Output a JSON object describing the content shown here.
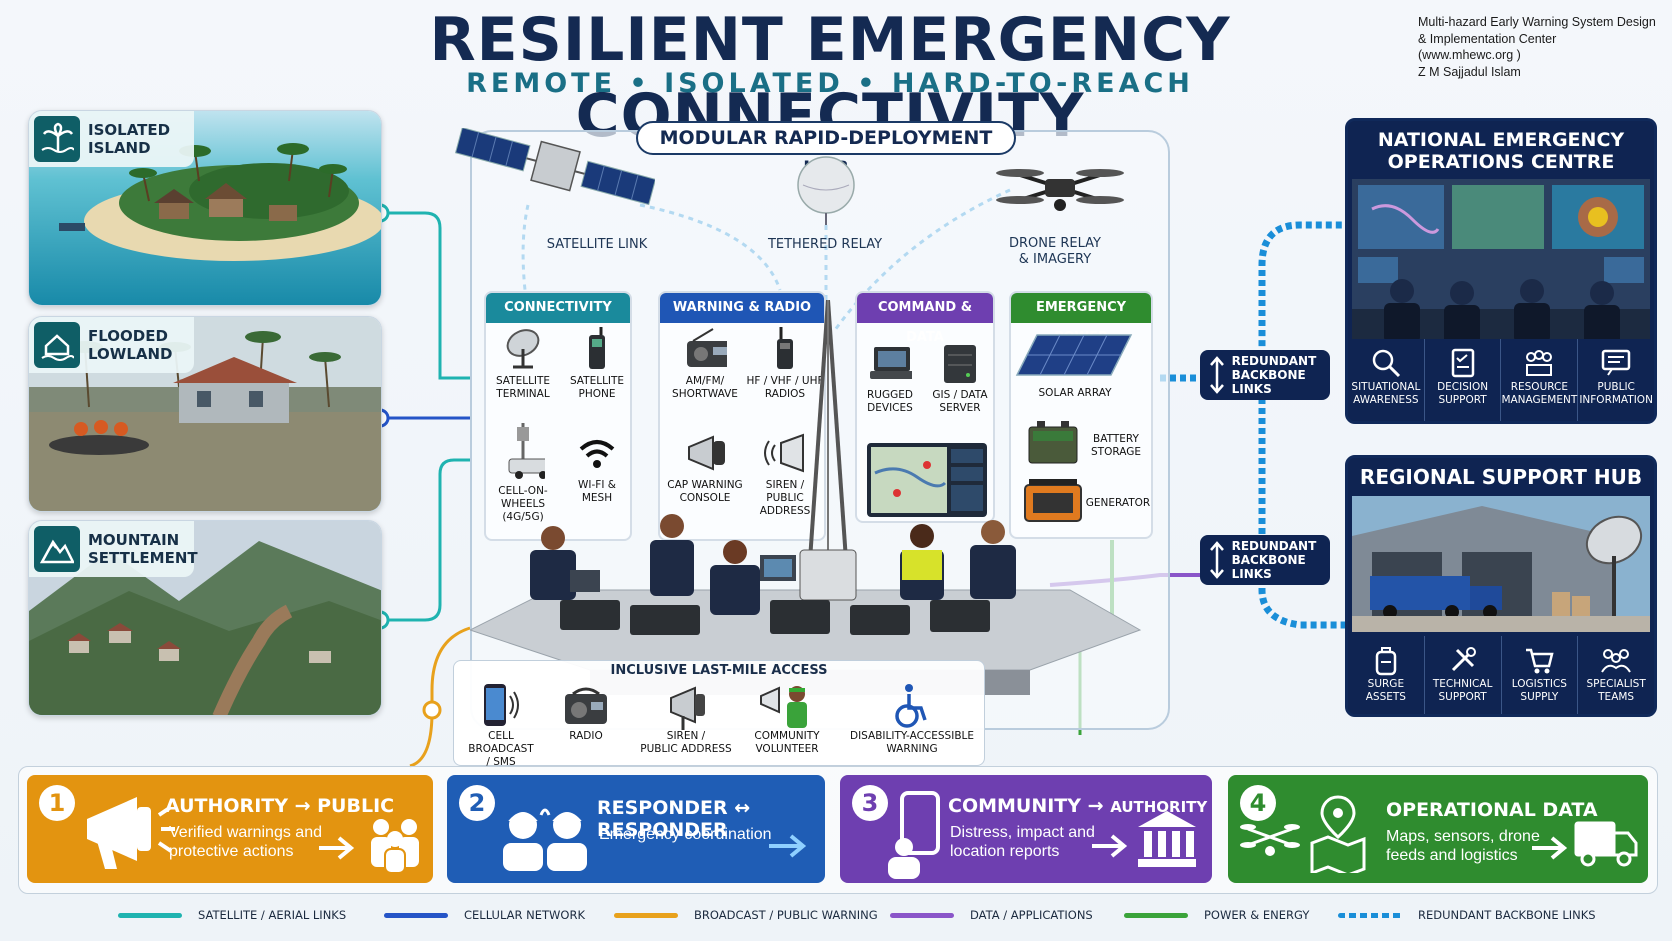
{
  "header": {
    "title": "RESILIENT EMERGENCY CONNECTIVITY",
    "subtitle": "REMOTE • ISOLATED • HARD-TO-REACH",
    "credit": [
      "Multi-hazard Early Warning System Design",
      "& Implementation Center",
      "(www.mhewc.org )",
      "Z M Sajjadul Islam"
    ]
  },
  "locations": [
    {
      "label": "ISOLATED ISLAND",
      "icon": "palm-island-icon"
    },
    {
      "label": "FLOODED LOWLAND",
      "icon": "flood-house-icon"
    },
    {
      "label": "MOUNTAIN SETTLEMENT",
      "icon": "mountain-icon"
    }
  ],
  "hub": {
    "title": "MODULAR RAPID-DEPLOYMENT HUB",
    "relays": {
      "satellite": "SATELLITE LINK",
      "tethered": "TETHERED RELAY",
      "drone": [
        "DRONE RELAY",
        "& IMAGERY"
      ]
    },
    "panels": [
      {
        "title": "CONNECTIVITY",
        "color": "#1a8a9c",
        "items": [
          [
            "SATELLITE",
            "TERMINAL"
          ],
          [
            "SATELLITE",
            "PHONE"
          ],
          [
            "CELL-ON-",
            "WHEELS (4G/5G)"
          ],
          [
            "WI-FI &",
            "MESH"
          ]
        ]
      },
      {
        "title": "WARNING & RADIO",
        "color": "#1f56b5",
        "items": [
          [
            "AM/FM/",
            "SHORTWAVE"
          ],
          [
            "HF / VHF / UHF",
            "RADIOS"
          ],
          [
            "CAP WARNING",
            "CONSOLE"
          ],
          [
            "SIREN /",
            "PUBLIC ADDRESS"
          ]
        ]
      },
      {
        "title": "COMMAND & DATA",
        "color": "#6e3fb0",
        "items": [
          [
            "RUGGED",
            "DEVICES"
          ],
          [
            "GIS / DATA",
            "SERVER"
          ]
        ]
      },
      {
        "title": "EMERGENCY POWER",
        "color": "#2f8c2f",
        "items": [
          [
            "SOLAR ARRAY"
          ],
          [
            "BATTERY",
            "STORAGE"
          ],
          [
            "GENERATOR"
          ]
        ]
      }
    ],
    "last_mile": {
      "title": "INCLUSIVE LAST-MILE ACCESS",
      "items": [
        [
          "CELL BROADCAST",
          "/ SMS"
        ],
        [
          "RADIO"
        ],
        [
          "SIREN /",
          "PUBLIC ADDRESS"
        ],
        [
          "COMMUNITY",
          "VOLUNTEER"
        ],
        [
          "DISABILITY-ACCESSIBLE",
          "WARNING"
        ]
      ]
    }
  },
  "backbone_label": [
    "REDUNDANT",
    "BACKBONE LINKS"
  ],
  "neoc": {
    "title": [
      "NATIONAL EMERGENCY",
      "OPERATIONS CENTRE"
    ],
    "caps": [
      [
        "SITUATIONAL",
        "AWARENESS"
      ],
      [
        "DECISION",
        "SUPPORT"
      ],
      [
        "RESOURCE",
        "MANAGEMENT"
      ],
      [
        "PUBLIC",
        "INFORMATION"
      ]
    ]
  },
  "regional": {
    "title": "REGIONAL SUPPORT HUB",
    "caps": [
      [
        "SURGE",
        "ASSETS"
      ],
      [
        "TECHNICAL",
        "SUPPORT"
      ],
      [
        "LOGISTICS",
        "SUPPLY"
      ],
      [
        "SPECIALIST",
        "TEAMS"
      ]
    ]
  },
  "flows": [
    {
      "num": "1",
      "title": "AUTHORITY → PUBLIC",
      "desc": [
        "Verified warnings and",
        "protective actions"
      ],
      "color": "#e39410"
    },
    {
      "num": "2",
      "title": "RESPONDER ↔ RESPONDER",
      "desc": [
        "Emergency coordination"
      ],
      "color": "#1f5db5"
    },
    {
      "num": "3",
      "title_a": "COMMUNITY → ",
      "title_b": "AUTHORITY",
      "desc": [
        "Distress, impact and",
        "location reports"
      ],
      "color": "#6e3fb0"
    },
    {
      "num": "4",
      "title": "OPERATIONAL DATA",
      "desc": [
        "Maps, sensors, drone",
        "feeds and logistics"
      ],
      "color": "#2f8c2f"
    }
  ],
  "legend": [
    {
      "label": "SATELLITE / AERIAL LINKS",
      "color": "#1fb3b0"
    },
    {
      "label": "CELLULAR NETWORK",
      "color": "#2554c7"
    },
    {
      "label": "BROADCAST / PUBLIC WARNING",
      "color": "#e8a11c"
    },
    {
      "label": "DATA / APPLICATIONS",
      "color": "#8a55c9"
    },
    {
      "label": "POWER & ENERGY",
      "color": "#3aa33a"
    },
    {
      "label": "REDUNDANT BACKBONE LINKS",
      "color": "#1a8ed8"
    }
  ]
}
